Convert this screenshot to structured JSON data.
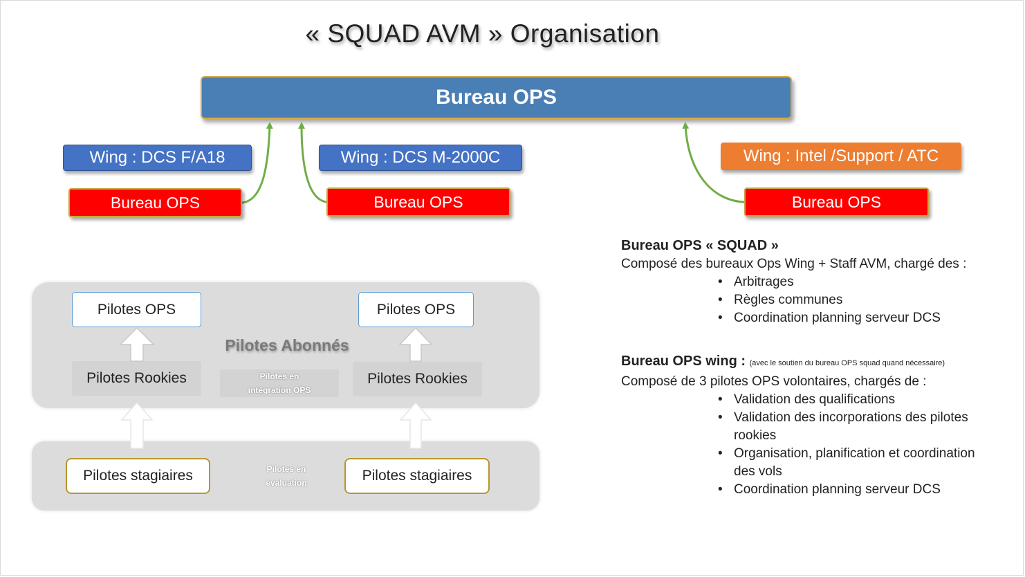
{
  "title": "« SQUAD AVM » Organisation",
  "top_node": "Bureau OPS",
  "wings": [
    {
      "wing_label": "Wing : DCS F/A18",
      "bureau_label": "Bureau OPS"
    },
    {
      "wing_label": "Wing : DCS M-2000C",
      "bureau_label": "Bureau OPS"
    },
    {
      "wing_label": "Wing : Intel /Support / ATC",
      "bureau_label": "Bureau OPS"
    }
  ],
  "pilots": {
    "group_label": "Pilotes  Abonnés",
    "ops": [
      "Pilotes  OPS",
      "Pilotes  OPS"
    ],
    "rookies": [
      "Pilotes Rookies",
      "Pilotes Rookies"
    ],
    "integration_label_1": "Pilotes  en",
    "integration_label_2": "intégration OPS",
    "stagiaires": [
      "Pilotes stagiaires",
      "Pilotes stagiaires"
    ],
    "evaluation_label_1": "Pilotes  en",
    "evaluation_label_2": "évaluation"
  },
  "squad_panel": {
    "heading": "Bureau OPS « SQUAD »",
    "description": "Composé des bureaux Ops Wing + Staff AVM, chargé des :",
    "items": [
      "Arbitrages",
      "Règles communes",
      "Coordination planning serveur  DCS"
    ]
  },
  "wing_panel": {
    "heading": "Bureau OPS wing : ",
    "note": "(avec le soutien du bureau OPS squad quand nécessaire)",
    "description": "Composé de 3 pilotes OPS volontaires, chargés de :",
    "items": [
      "Validation des qualifications",
      "Validation des incorporations des pilotes rookies",
      "Organisation, planification et coordination des vols",
      "Coordination planning serveur  DCS"
    ]
  },
  "colors": {
    "top_node": "#4a7fb5",
    "wing_blue": "#4472c4",
    "wing_orange": "#ed7d31",
    "bureau_red": "#ff0000",
    "connector_green": "#70ad47",
    "gold_border": "#d9a845"
  }
}
